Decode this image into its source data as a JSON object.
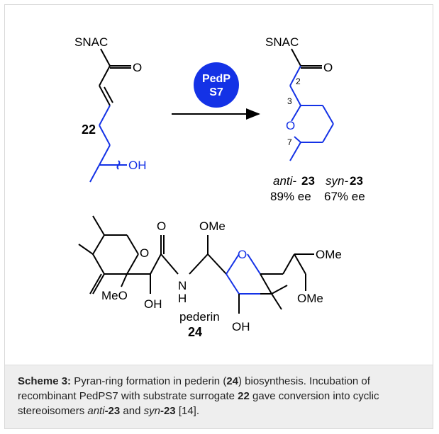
{
  "scheme": {
    "substrate": {
      "sulfur_group": "SNAC",
      "carbonyl_o": "O",
      "hydroxyl": "OH",
      "compound_number": "22"
    },
    "enzyme": {
      "line1": "PedP",
      "line2": "S7",
      "color": "#1432e6"
    },
    "product": {
      "sulfur_group": "SNAC",
      "carbonyl_o": "O",
      "ring_o": "O",
      "locant_2": "2",
      "locant_3": "3",
      "locant_7": "7",
      "anti_prefix": "anti-",
      "anti_number": "23",
      "syn_prefix": "syn-",
      "syn_number": "23",
      "anti_ee": "89% ee",
      "syn_ee": "67% ee"
    },
    "pederin": {
      "ring1_o": "O",
      "carbonyl_o": "O",
      "ome_top": "OMe",
      "ring2_o": "O",
      "ome_right": "OMe",
      "meo_label": "MeO",
      "oh_left": "OH",
      "nh_label": "N",
      "h_label": "H",
      "ome_bottom": "OMe",
      "oh_bottom": "OH",
      "name": "pederin",
      "number": "24"
    }
  },
  "caption": {
    "label": "Scheme 3:",
    "text_1": " Pyran-ring formation in pederin (",
    "num_24": "24",
    "text_2": ") biosynthesis. Incubation of recombinant PedPS7 with substrate surrogate ",
    "num_22": "22",
    "text_3": " gave conversion into cyclic stereoisomers ",
    "anti_italic": "anti",
    "anti_rest": "-23",
    "text_4": " and ",
    "syn_italic": "syn",
    "syn_rest": "-23",
    "text_5": " [14]."
  },
  "colors": {
    "highlight_blue": "#1432e6",
    "bond_black": "#000000",
    "caption_bg": "#eeeeee"
  }
}
